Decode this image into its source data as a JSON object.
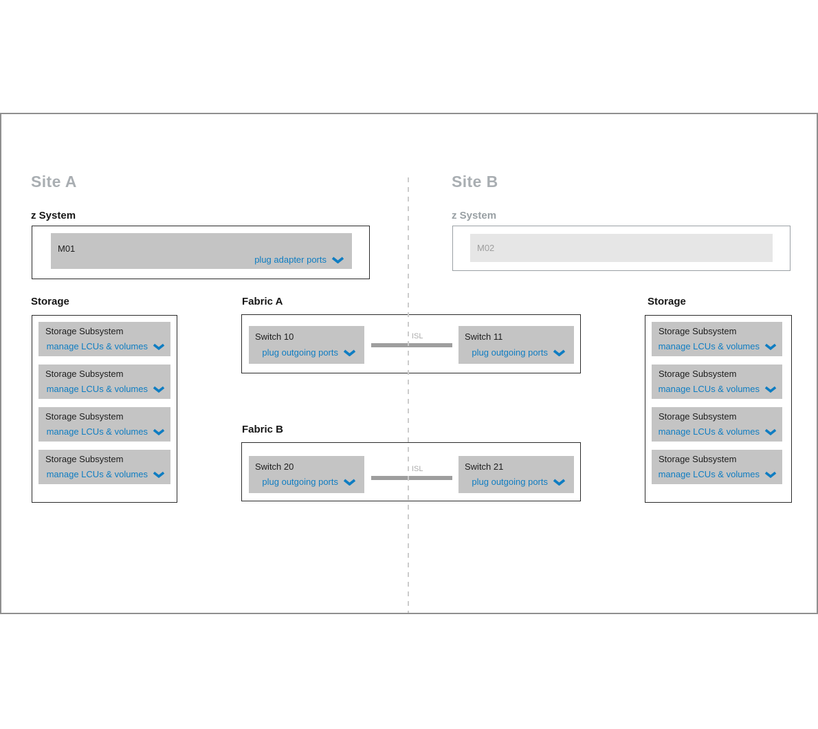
{
  "colors": {
    "accent_blue": "#0f7dc2",
    "card_gray": "#c4c4c4",
    "disabled_card_gray": "#e6e6e6",
    "muted_text_gray": "#a9aeb2",
    "isl_gray": "#9e9e9e"
  },
  "site_a": {
    "title": "Site A",
    "z_system": {
      "heading": "z System",
      "machine": {
        "name": "M01",
        "action_label": "plug adapter ports"
      }
    },
    "storage": {
      "heading": "Storage",
      "subsystems": [
        {
          "title": "Storage Subsystem",
          "action_label": "manage LCUs & volumes"
        },
        {
          "title": "Storage Subsystem",
          "action_label": "manage LCUs & volumes"
        },
        {
          "title": "Storage Subsystem",
          "action_label": "manage LCUs & volumes"
        },
        {
          "title": "Storage Subsystem",
          "action_label": "manage LCUs & volumes"
        }
      ]
    }
  },
  "site_b": {
    "title": "Site B",
    "z_system": {
      "heading": "z System",
      "machine": {
        "name": "M02"
      }
    },
    "storage": {
      "heading": "Storage",
      "subsystems": [
        {
          "title": "Storage Subsystem",
          "action_label": "manage LCUs & volumes"
        },
        {
          "title": "Storage Subsystem",
          "action_label": "manage LCUs & volumes"
        },
        {
          "title": "Storage Subsystem",
          "action_label": "manage LCUs & volumes"
        },
        {
          "title": "Storage Subsystem",
          "action_label": "manage LCUs & volumes"
        }
      ]
    }
  },
  "fabrics": [
    {
      "heading": "Fabric A",
      "link_label": "ISL",
      "switches": [
        {
          "name": "Switch 10",
          "action_label": "plug outgoing ports"
        },
        {
          "name": "Switch 11",
          "action_label": "plug outgoing ports"
        }
      ]
    },
    {
      "heading": "Fabric B",
      "link_label": "ISL",
      "switches": [
        {
          "name": "Switch 20",
          "action_label": "plug outgoing ports"
        },
        {
          "name": "Switch 21",
          "action_label": "plug outgoing ports"
        }
      ]
    }
  ]
}
